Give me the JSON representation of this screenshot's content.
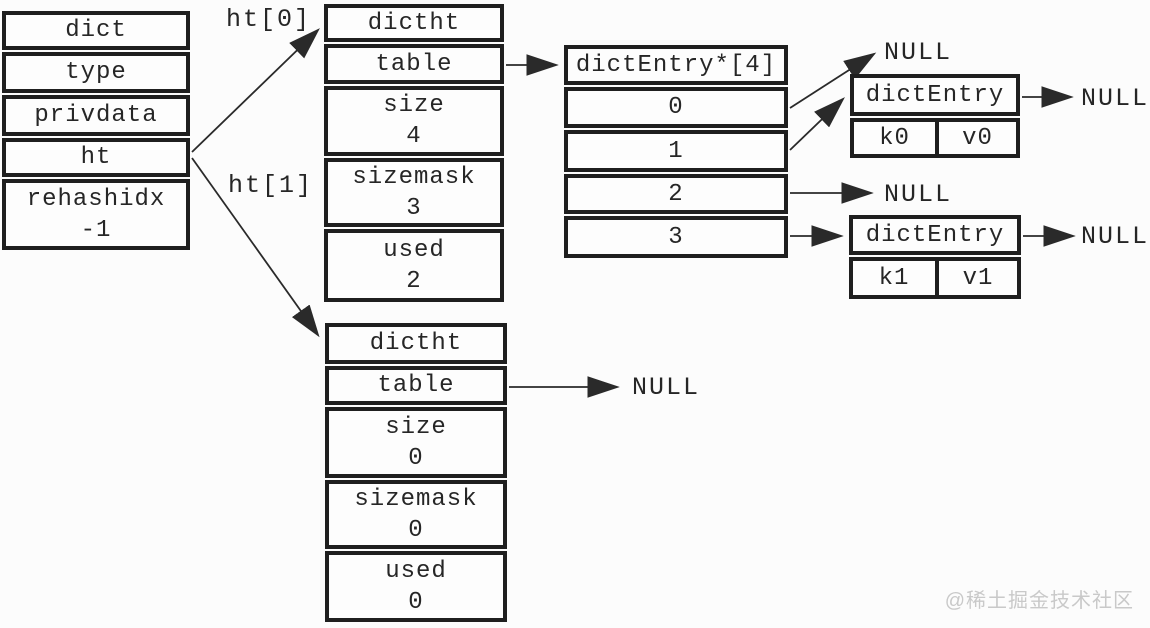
{
  "labels": {
    "ht0": "ht[0]",
    "ht1": "ht[1]"
  },
  "dict": {
    "rows": [
      {
        "label": "dict"
      },
      {
        "label": "type"
      },
      {
        "label": "privdata"
      },
      {
        "label": "ht"
      },
      {
        "label": "rehashidx",
        "value": "-1"
      }
    ]
  },
  "ht0_table": {
    "rows": [
      {
        "label": "dictht"
      },
      {
        "label": "table"
      },
      {
        "label": "size",
        "value": "4"
      },
      {
        "label": "sizemask",
        "value": "3"
      },
      {
        "label": "used",
        "value": "2"
      }
    ]
  },
  "ht1_table": {
    "rows": [
      {
        "label": "dictht"
      },
      {
        "label": "table"
      },
      {
        "label": "size",
        "value": "0"
      },
      {
        "label": "sizemask",
        "value": "0"
      },
      {
        "label": "used",
        "value": "0"
      }
    ]
  },
  "entry_array": {
    "header": "dictEntry*[4]",
    "slots": [
      "0",
      "1",
      "2",
      "3"
    ]
  },
  "entry0": {
    "title": "dictEntry",
    "key": "k0",
    "value": "v0"
  },
  "entry1": {
    "title": "dictEntry",
    "key": "k1",
    "value": "v1"
  },
  "nulls": {
    "slot0": "NULL",
    "entry0_next": "NULL",
    "slot2": "NULL",
    "entry1_next": "NULL",
    "ht1_table": "NULL"
  },
  "watermark": "@稀土掘金技术社区",
  "colors": {
    "line": "#1f1f1f",
    "text": "#262626",
    "background": "#fcfcfc",
    "watermark": "#c9c9c9"
  }
}
